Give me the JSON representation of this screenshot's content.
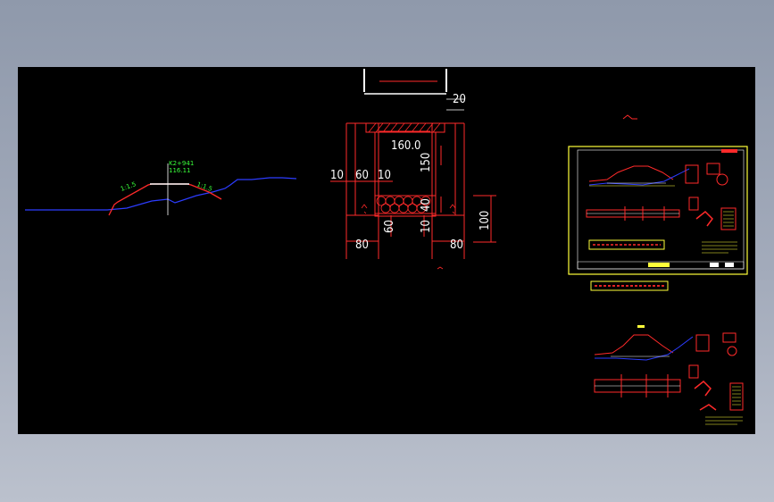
{
  "colors": {
    "background": "#000000",
    "line_red": "#ff2a2a",
    "ground_blue": "#2c3cff",
    "text_white": "#ffffff",
    "label_green": "#39ff3a",
    "frame_yellow": "#ffff3a"
  },
  "profile": {
    "station": "K2+941",
    "elevation": "116.11",
    "slope_left": "1:1.5",
    "slope_right": "1:1.5"
  },
  "culvert_section": {
    "dim_top": "20",
    "dim_width": "160.0",
    "dim_left_10": "10",
    "dim_left_60": "60",
    "dim_inner_10": "10",
    "dim_height": "150",
    "dim_40": "40",
    "dim_bottom_60": "60",
    "dim_bottom_10": "10",
    "dim_total_h": "100",
    "dim_foot_left": "80",
    "dim_foot_right": "80"
  },
  "icons": [
    "drawing-sheet-icon",
    "detail-sheet-icon"
  ]
}
